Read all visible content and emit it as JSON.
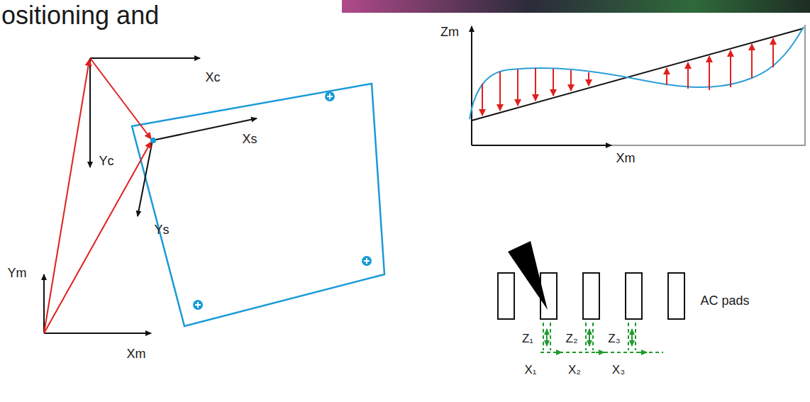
{
  "diagram": {
    "title": "ositioning and",
    "labels": [
      "Xc",
      "Yc",
      "Xs",
      "Ys",
      "Ym",
      "Xm",
      "Zm",
      "Xm",
      "AC pads",
      "Z₁",
      "Z₂",
      "Z₃",
      "X₁",
      "X₂",
      "X₃"
    ]
  }
}
